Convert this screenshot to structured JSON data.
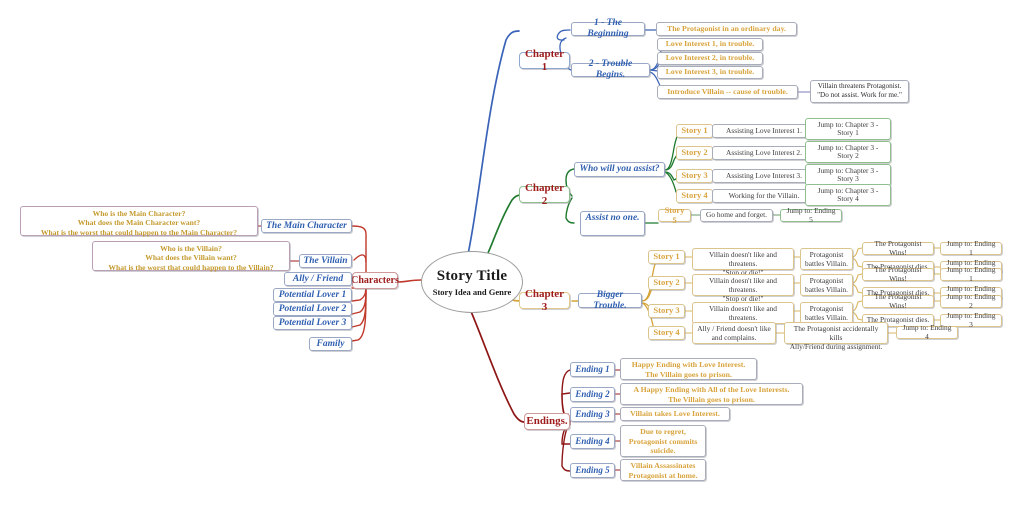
{
  "central": {
    "title": "Story Title",
    "subtitle": "Story Idea and Genre"
  },
  "colors": {
    "branch_blue": "#3a63b8",
    "branch_green": "#1f7a2e",
    "branch_gold": "#d4a437",
    "branch_red": "#8e1515",
    "branch_characters": "#c0392b",
    "main_label_text": "#9e1b1b",
    "level2_text": "#2f5fb0",
    "chip_gold_text": "#d9a441",
    "leaf_gold_text": "#d8a33c",
    "leaf_text": "#3b3b3b",
    "question_text": "#c49a2e"
  },
  "branches": {
    "characters": {
      "label": "Characters",
      "items": [
        {
          "label": "The Main Character",
          "note": [
            "Who is the Main Character?",
            "What does the Main Character want?",
            "What is the worst that could happen to the Main Character?"
          ]
        },
        {
          "label": "The Villain",
          "note": [
            "Who is the Villain?",
            "What does the Villain want?",
            "What is the worst that could happen to the Villain?"
          ]
        },
        {
          "label": "Ally / Friend",
          "note": []
        },
        {
          "label": "Potential Lover 1",
          "note": []
        },
        {
          "label": "Potential Lover 2",
          "note": []
        },
        {
          "label": "Potential Lover 3",
          "note": []
        },
        {
          "label": "Family",
          "note": []
        }
      ]
    },
    "chapter1": {
      "label": "Chapter 1",
      "sections": [
        {
          "label": "1 - The Beginning",
          "leaves": [
            {
              "text": "The Protagonist in an ordinary day.",
              "sub": []
            }
          ]
        },
        {
          "label": "2 - Trouble Begins.",
          "leaves": [
            {
              "text": "Love Interest 1, in trouble.",
              "sub": []
            },
            {
              "text": "Love Interest 2, in trouble.",
              "sub": []
            },
            {
              "text": "Love Interest 3, in trouble.",
              "sub": []
            },
            {
              "text": "Introduce Villain -- cause of trouble.",
              "sub": [
                "Villain threatens Protagonist.",
                "\"Do not assist. Work for me.\""
              ]
            }
          ]
        }
      ]
    },
    "chapter2": {
      "label": "Chapter 2",
      "sections": [
        {
          "label": "Who will you assist?",
          "stories": [
            {
              "chip": "Story 1",
              "action": "Assisting Love Interest 1.",
              "jump": "Jump to: Chapter 3 - Story 1"
            },
            {
              "chip": "Story 2",
              "action": "Assisting Love Interest 2.",
              "jump": "Jump to: Chapter 3 - Story 2"
            },
            {
              "chip": "Story 3",
              "action": "Assisting Love Interest 3.",
              "jump": "Jump to: Chapter 3 - Story 3"
            },
            {
              "chip": "Story 4",
              "action": "Working for the Villain.",
              "jump": "Jump to: Chapter 3 - Story 4"
            }
          ]
        },
        {
          "label": "Assist no one.",
          "stories": [
            {
              "chip": "Story 5",
              "action": "Go home and forget.",
              "jump": "Jump to: Ending 5"
            }
          ]
        }
      ]
    },
    "chapter3": {
      "label": "Chapter 3",
      "section_label": "Bigger Trouble.",
      "stories": [
        {
          "chip": "Story 1",
          "conflict": [
            "Villain doesn't like and threatens.",
            "\"Stop or die!\""
          ],
          "battle": [
            "Protagonist",
            "battles Villain."
          ],
          "outcomes": [
            {
              "text": "The Protagonist Wins!",
              "jump": "Jump to: Ending 1"
            },
            {
              "text": "The Protagonist dies.",
              "jump": "Jump to: Ending 3"
            }
          ]
        },
        {
          "chip": "Story 2",
          "conflict": [
            "Villain doesn't like and threatens.",
            "\"Stop or die!\""
          ],
          "battle": [
            "Protagonist",
            "battles Villain."
          ],
          "outcomes": [
            {
              "text": "The Protagonist Wins!",
              "jump": "Jump to: Ending 1"
            },
            {
              "text": "The Protagonist dies.",
              "jump": "Jump to: Ending 3"
            }
          ]
        },
        {
          "chip": "Story 3",
          "conflict": [
            "Villain doesn't like and threatens.",
            "\"Stop or die!\""
          ],
          "battle": [
            "Protagonist",
            "battles Villain."
          ],
          "outcomes": [
            {
              "text": "The Protagonist Wins!",
              "jump": "Jump to: Ending 2"
            },
            {
              "text": "The Protagonist dies.",
              "jump": "Jump to: Ending 3"
            }
          ]
        },
        {
          "chip": "Story 4",
          "conflict": [
            "Ally / Friend doesn't like",
            "and complains."
          ],
          "battle": [
            "The Protagonist accidentally kills",
            "Ally/Friend during assignment."
          ],
          "outcomes": [
            {
              "text": "Jump to: Ending 4",
              "jump": ""
            }
          ]
        }
      ]
    },
    "endings": {
      "label": "Endings.",
      "items": [
        {
          "chip": "Ending 1",
          "text": [
            "Happy Ending with Love Interest.",
            "The Villain goes to prison."
          ]
        },
        {
          "chip": "Ending 2",
          "text": [
            "A Happy Ending with All of the Love Interests.",
            "The Villain goes to prison."
          ]
        },
        {
          "chip": "Ending 3",
          "text": [
            "Villain takes Love Interest."
          ]
        },
        {
          "chip": "Ending 4",
          "text": [
            "Due to regret,",
            "Protagonist commits",
            "suicide."
          ]
        },
        {
          "chip": "Ending 5",
          "text": [
            "Villain Assassinates",
            "Protagonist at home."
          ]
        }
      ]
    }
  }
}
